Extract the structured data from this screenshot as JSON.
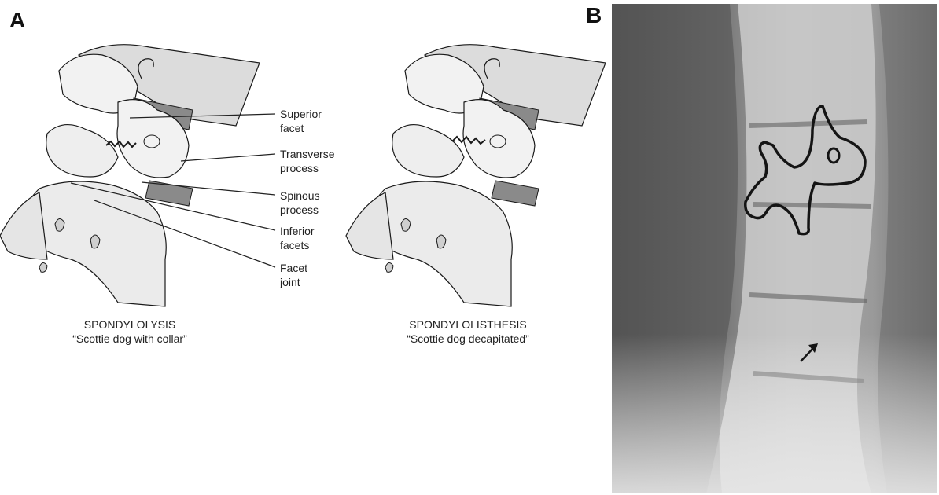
{
  "panels": {
    "a_letter": "A",
    "b_letter": "B"
  },
  "labels": {
    "superior": [
      "Superior",
      "facet"
    ],
    "transverse": [
      "Transverse",
      "process"
    ],
    "spinous": [
      "Spinous",
      "process"
    ],
    "inferior": [
      "Inferior",
      "facets"
    ],
    "facet": [
      "Facet",
      "joint"
    ]
  },
  "captions": {
    "left": {
      "title": "SPONDYLOLYSIS",
      "sub": "“Scottie dog with collar”"
    },
    "right": {
      "title": "SPONDYLOLISTHESIS",
      "sub": "“Scottie dog decapitated”"
    }
  },
  "colors": {
    "outline": "#1a1a1a",
    "bone_fill": "#f2f2f2",
    "disc_fill": "#8a8a8a",
    "pointer": "#222222"
  }
}
